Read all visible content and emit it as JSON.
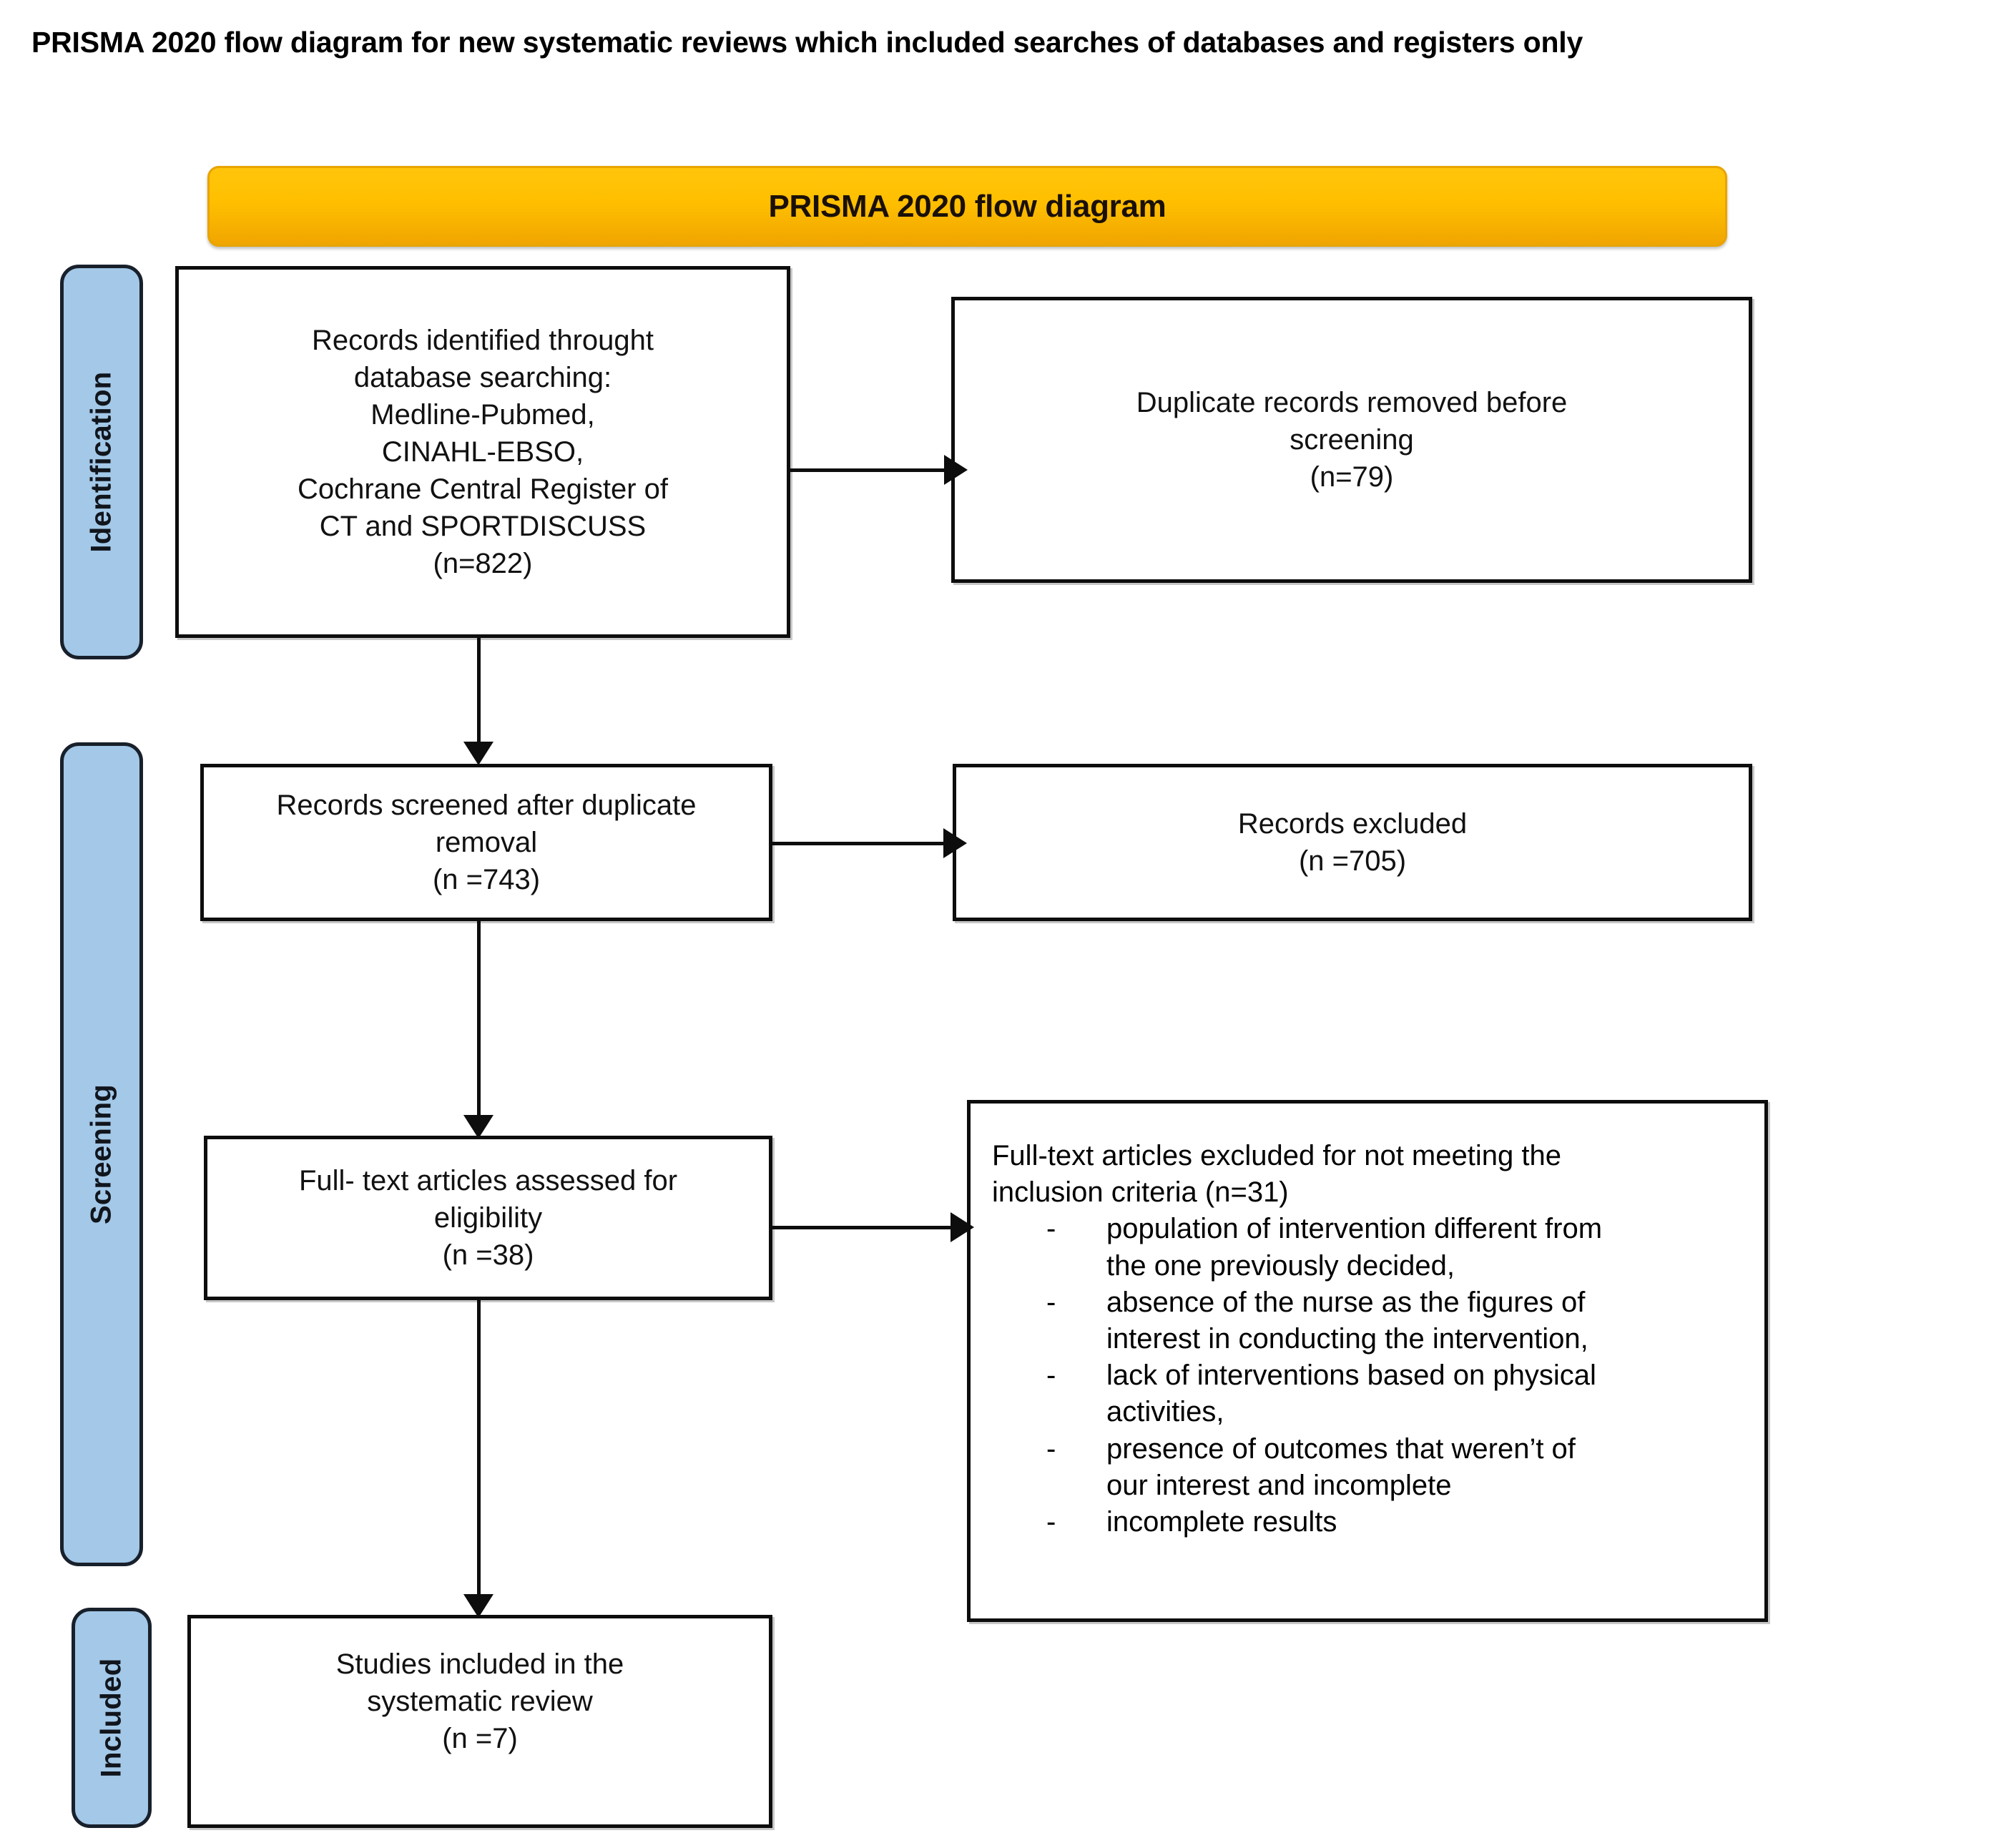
{
  "page": {
    "title": "PRISMA 2020 flow diagram for new systematic reviews which included searches of databases and registers only"
  },
  "banner": {
    "label": "PRISMA 2020 flow diagram",
    "color": "#FFBF00"
  },
  "stages": [
    {
      "id": "identification",
      "label": "Identification",
      "color": "#A3C8E8"
    },
    {
      "id": "screening",
      "label": "Screening",
      "color": "#A3C8E8"
    },
    {
      "id": "included",
      "label": "Included",
      "color": "#A3C8E8"
    }
  ],
  "boxes": {
    "identified": {
      "lines": "Records identified throught\ndatabase searching:\nMedline-Pubmed,\nCINAHL-EBSO,\nCochrane Central Register of\nCT and SPORTDISCUSS\n(n=822)",
      "n": 822
    },
    "duplicates_removed": {
      "lines": "Duplicate records removed before\nscreening\n(n=79)",
      "n": 79
    },
    "screened": {
      "lines": "Records screened after duplicate\nremoval\n(n =743)",
      "n": 743
    },
    "records_excluded": {
      "lines": "Records excluded\n(n =705)",
      "n": 705
    },
    "fulltext_assessed": {
      "lines": "Full- text articles assessed for\neligibility\n(n =38)",
      "n": 38
    },
    "fulltext_excluded": {
      "heading": "Full-text articles excluded for not meeting the\ninclusion criteria (n=31)",
      "n": 31,
      "dash": "-",
      "reasons": [
        "population of intervention different from\nthe one previously decided,",
        "absence of the nurse as the figures of\ninterest in conducting the intervention,",
        "lack of interventions based on physical\nactivities,",
        "presence of outcomes that weren’t of\nour interest and incomplete",
        "incomplete results"
      ]
    },
    "included_studies": {
      "lines": "Studies included in the\nsystematic review\n(n =7)",
      "n": 7
    }
  }
}
